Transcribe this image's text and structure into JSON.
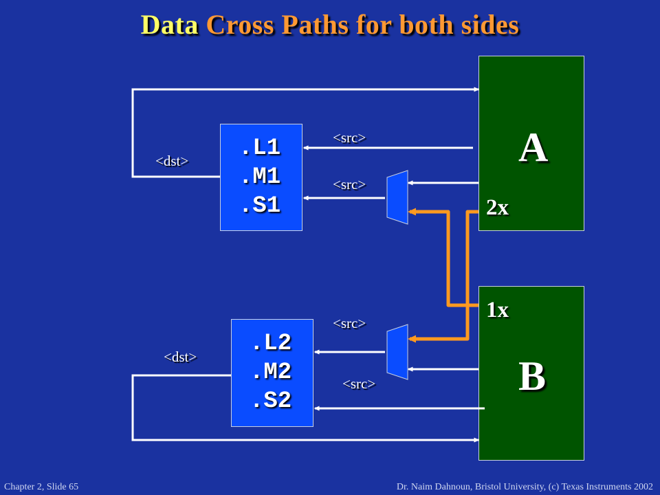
{
  "title": {
    "main": "Data",
    "accent": "Cross Paths for both sides"
  },
  "colors": {
    "background": "#1a32a0",
    "register": "#005400",
    "unit": "#0a4cff",
    "crosspath": "#ff9a1f"
  },
  "register_a": {
    "letter": "A",
    "cross_label": "2x"
  },
  "register_b": {
    "letter": "B",
    "cross_label": "1x"
  },
  "unit1": {
    "lines": [
      ".L1",
      ".M1",
      ".S1"
    ],
    "dst": "<dst>",
    "src_top": "<src>",
    "src_bottom": "<src>"
  },
  "unit2": {
    "lines": [
      ".L2",
      ".M2",
      ".S2"
    ],
    "dst": "<dst>",
    "src_top": "<src>",
    "src_bottom": "<src>"
  },
  "footer": {
    "left": "Chapter 2, Slide 65",
    "right": "Dr. Naim Dahnoun, Bristol University,  (c) Texas Instruments 2002"
  }
}
